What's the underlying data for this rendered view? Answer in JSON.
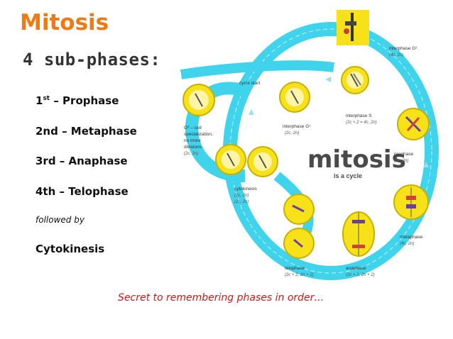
{
  "slide": {
    "title": "Mitosis",
    "subtitle": "4 sub-phases:",
    "phases": [
      {
        "ord": "1",
        "sup": "st",
        "text": " – Prophase"
      },
      {
        "text": "2nd – Metaphase"
      },
      {
        "text": "3rd – Anaphase"
      },
      {
        "text": "4th – Telophase"
      }
    ],
    "followed_by": "followed by",
    "cytokinesis": "Cytokinesis",
    "secret": "Secret to remembering phases in order…"
  },
  "diagram": {
    "center_title": "mitosis",
    "center_sub": "is a cycle",
    "cycle_start": "cycle start",
    "labels": {
      "interphase_g2": "interphase G²",
      "interphase_g2_c": "(4c, 2n)",
      "interphase_g1": "interphase G¹",
      "interphase_g1_c": "(2c, 2n)",
      "interphase_s": "interphase S",
      "interphase_s_c": "(2c × 2 = 4c, 2n)",
      "g0_1": "G⁰ – cell",
      "g0_2": "specialization,",
      "g0_3": "no more",
      "g0_4": "divisions",
      "g0_c": "(2c, 2n)",
      "prophase": "prophase",
      "prophase_c": "(4c, 2n)",
      "cytokinesis": "cytokinesis",
      "cytokinesis_c1": "(2c, 2n)",
      "cytokinesis_c2": "(2c, 2n)",
      "metaphase": "metaphase",
      "metaphase_c": "(4c, 2n)",
      "telophase": "telophase",
      "telophase_c": "(2c × 2, 2n × 2)",
      "anaphase": "anaphase",
      "anaphase_c": "(2c × 2, 2n × 2)"
    },
    "colors": {
      "ring": "#3fd4ec",
      "ring_dark": "#22b8d6",
      "cell": "#f7e21a",
      "nucleus": "#fff4a8",
      "title": "#f07a12",
      "secret": "#d01818"
    }
  }
}
